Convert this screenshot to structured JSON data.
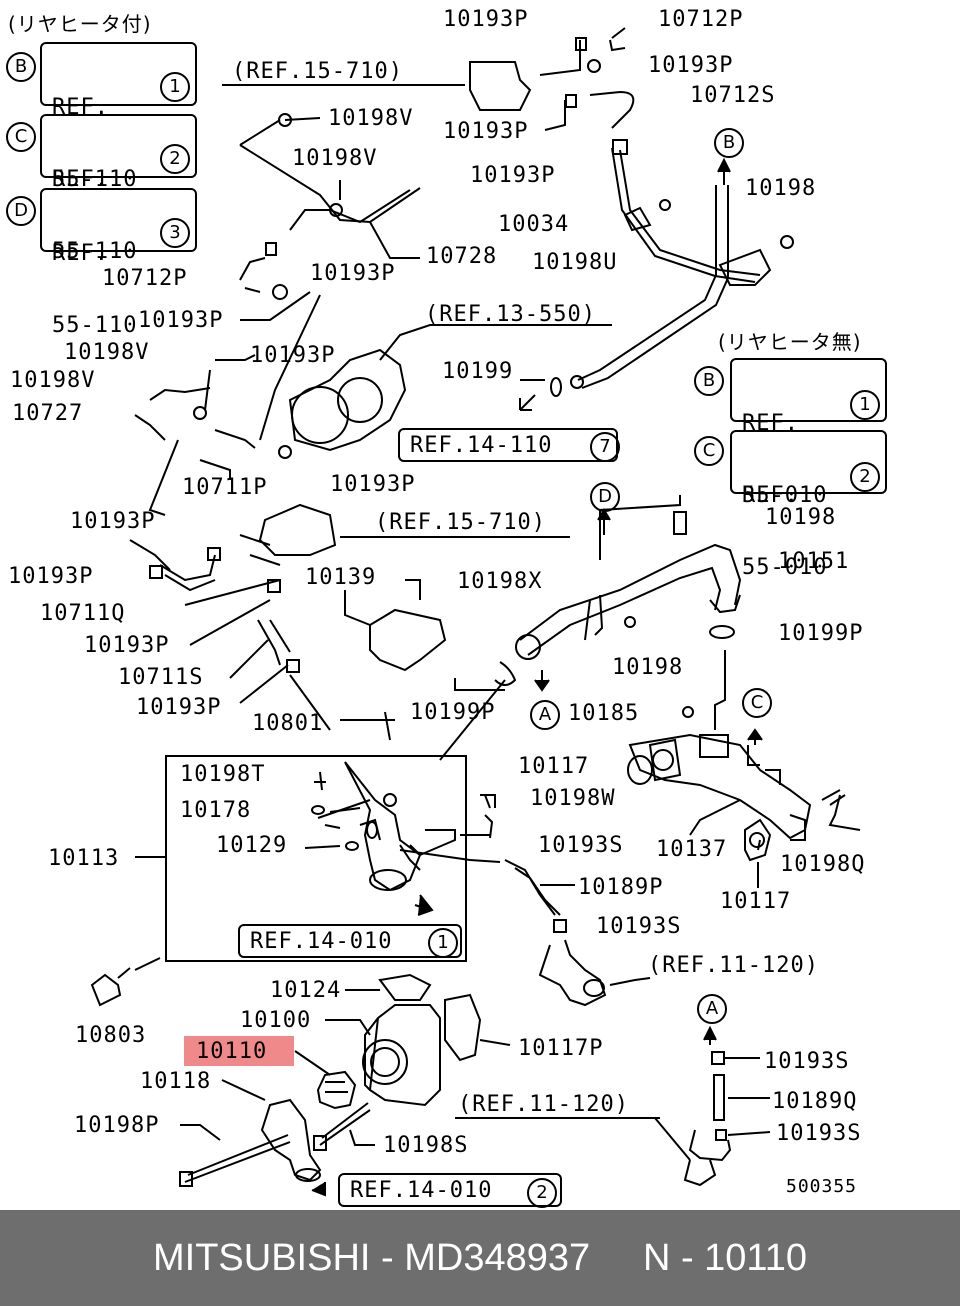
{
  "headers": {
    "with_rear_heater": "(リヤヒータ付)",
    "without_rear_heater": "(リヤヒータ無)"
  },
  "ref_boxes_left": [
    {
      "circle": "B",
      "line1": "REF.",
      "line2": "55-110",
      "num": "1"
    },
    {
      "circle": "C",
      "line1": "REF.",
      "line2": "55-110",
      "num": "2"
    },
    {
      "circle": "D",
      "line1": "REF.",
      "line2": "55-110",
      "num": "3"
    }
  ],
  "ref_boxes_right": [
    {
      "circle": "B",
      "line1": "REF.",
      "line2": "55-010",
      "num": "1"
    },
    {
      "circle": "C",
      "line1": "REF.",
      "line2": "55-010",
      "num": "2"
    }
  ],
  "refs": {
    "r15_710_top": "(REF.15-710)",
    "r13_550": "(REF.13-550)",
    "r14_110": "REF.14-110",
    "r14_110_num": "7",
    "r15_710_mid": "(REF.15-710)",
    "r14_010_a": "REF.14-010",
    "r14_010_a_num": "1",
    "r11_120_a": "(REF.11-120)",
    "r11_120_b": "(REF.11-120)",
    "r14_010_b": "REF.14-010",
    "r14_010_b_num": "2"
  },
  "arrow_letters": {
    "b": "B",
    "d": "D",
    "a1": "A",
    "c": "C",
    "a2": "A"
  },
  "parts": {
    "p1": "10193P",
    "p2": "10712P",
    "p3": "10193P",
    "p4": "10712S",
    "p5": "10198V",
    "p6": "10193P",
    "p7": "10198V",
    "p8": "10193P",
    "p9": "10198",
    "p10": "10034",
    "p11": "10198U",
    "p12": "10728",
    "p13": "10712P",
    "p14": "10193P",
    "p15": "10193P",
    "p16": "10198V",
    "p17": "10193P",
    "p18": "10198V",
    "p19": "10727",
    "p20": "10199",
    "p21": "10711P",
    "p22": "10193P",
    "p23": "10193P",
    "p24": "10198",
    "p25": "10193P",
    "p26": "10151",
    "p27": "10711Q",
    "p28": "10139",
    "p29": "10198X",
    "p30": "10193P",
    "p31": "10199P",
    "p32": "10711S",
    "p33": "10198",
    "p34": "10193P",
    "p35": "10801",
    "p36": "10199P",
    "p37": "10185",
    "p38": "10198T",
    "p39": "10117",
    "p40": "10178",
    "p41": "10198W",
    "p42": "10129",
    "p43": "10193S",
    "p44": "10137",
    "p45": "10113",
    "p46": "10198Q",
    "p47": "10189P",
    "p48": "10117",
    "p49": "10193S",
    "p50": "10803",
    "p51": "10124",
    "p52": "10100",
    "p53": "10117P",
    "p54": "10110",
    "p55": "10193S",
    "p56": "10118",
    "p57": "10189Q",
    "p58": "10198P",
    "p59": "10198S",
    "p60": "10193S"
  },
  "diagram_code": "500355",
  "footer": {
    "brand": "MITSUBISHI",
    "part_no": "MD348937",
    "position": "N - 10110"
  },
  "colors": {
    "highlight": "#f08a8a",
    "footer_bg": "#6e6e6e"
  }
}
